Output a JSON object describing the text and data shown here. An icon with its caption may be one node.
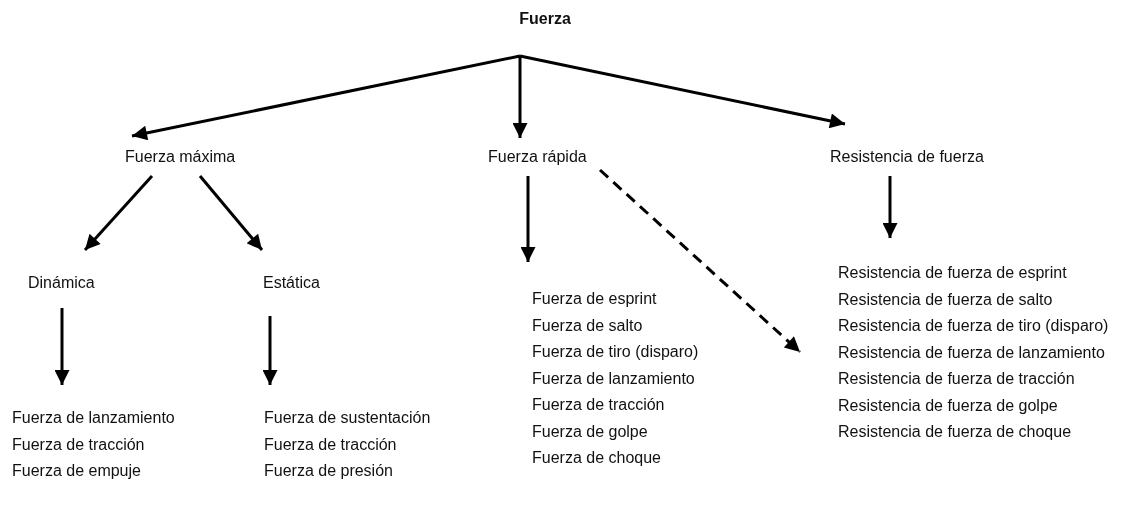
{
  "diagram": {
    "nodes": [
      {
        "text": [
          "Fuerza"
        ]
      },
      {
        "text": [
          "Fuerza máxima"
        ]
      },
      {
        "text": [
          "Fuerza rápida"
        ]
      },
      {
        "text": [
          "Resistencia de fuerza"
        ]
      },
      {
        "text": [
          "Dinámica"
        ]
      },
      {
        "text": [
          "Estática"
        ]
      },
      {
        "text": [
          "Fuerza de lanzamiento",
          "Fuerza de tracción",
          "Fuerza de empuje"
        ]
      },
      {
        "text": [
          "Fuerza de sustentación",
          "Fuerza de tracción",
          "Fuerza de presión"
        ]
      },
      {
        "text": [
          "Fuerza de esprint",
          "Fuerza de salto",
          "Fuerza de tiro (disparo)",
          "Fuerza de lanzamiento",
          "Fuerza de tracción",
          "Fuerza de golpe",
          "Fuerza de choque"
        ]
      },
      {
        "text": [
          "Resistencia de fuerza de esprint",
          "Resistencia de fuerza de salto",
          "Resistencia de fuerza de tiro (disparo)",
          "Resistencia de fuerza de lanzamiento",
          "Resistencia de fuerza de tracción",
          "Resistencia de fuerza de golpe",
          "Resistencia de fuerza de choque"
        ]
      }
    ],
    "edges": [
      {
        "from": 0,
        "to": 1,
        "arrow": "to"
      },
      {
        "from": 0,
        "to": 2,
        "arrow": "to"
      },
      {
        "from": 0,
        "to": 3,
        "arrow": "to"
      },
      {
        "from": 1,
        "to": 4,
        "arrow": "to"
      },
      {
        "from": 1,
        "to": 5,
        "arrow": "to"
      },
      {
        "from": 4,
        "to": 6,
        "arrow": "to"
      },
      {
        "from": 5,
        "to": 7,
        "arrow": "to"
      },
      {
        "from": 2,
        "to": 8,
        "arrow": "to"
      },
      {
        "from": 2,
        "to": 9,
        "arrow": "to",
        "style": "dashed"
      },
      {
        "from": 3,
        "to": 9,
        "arrow": "to"
      }
    ]
  }
}
